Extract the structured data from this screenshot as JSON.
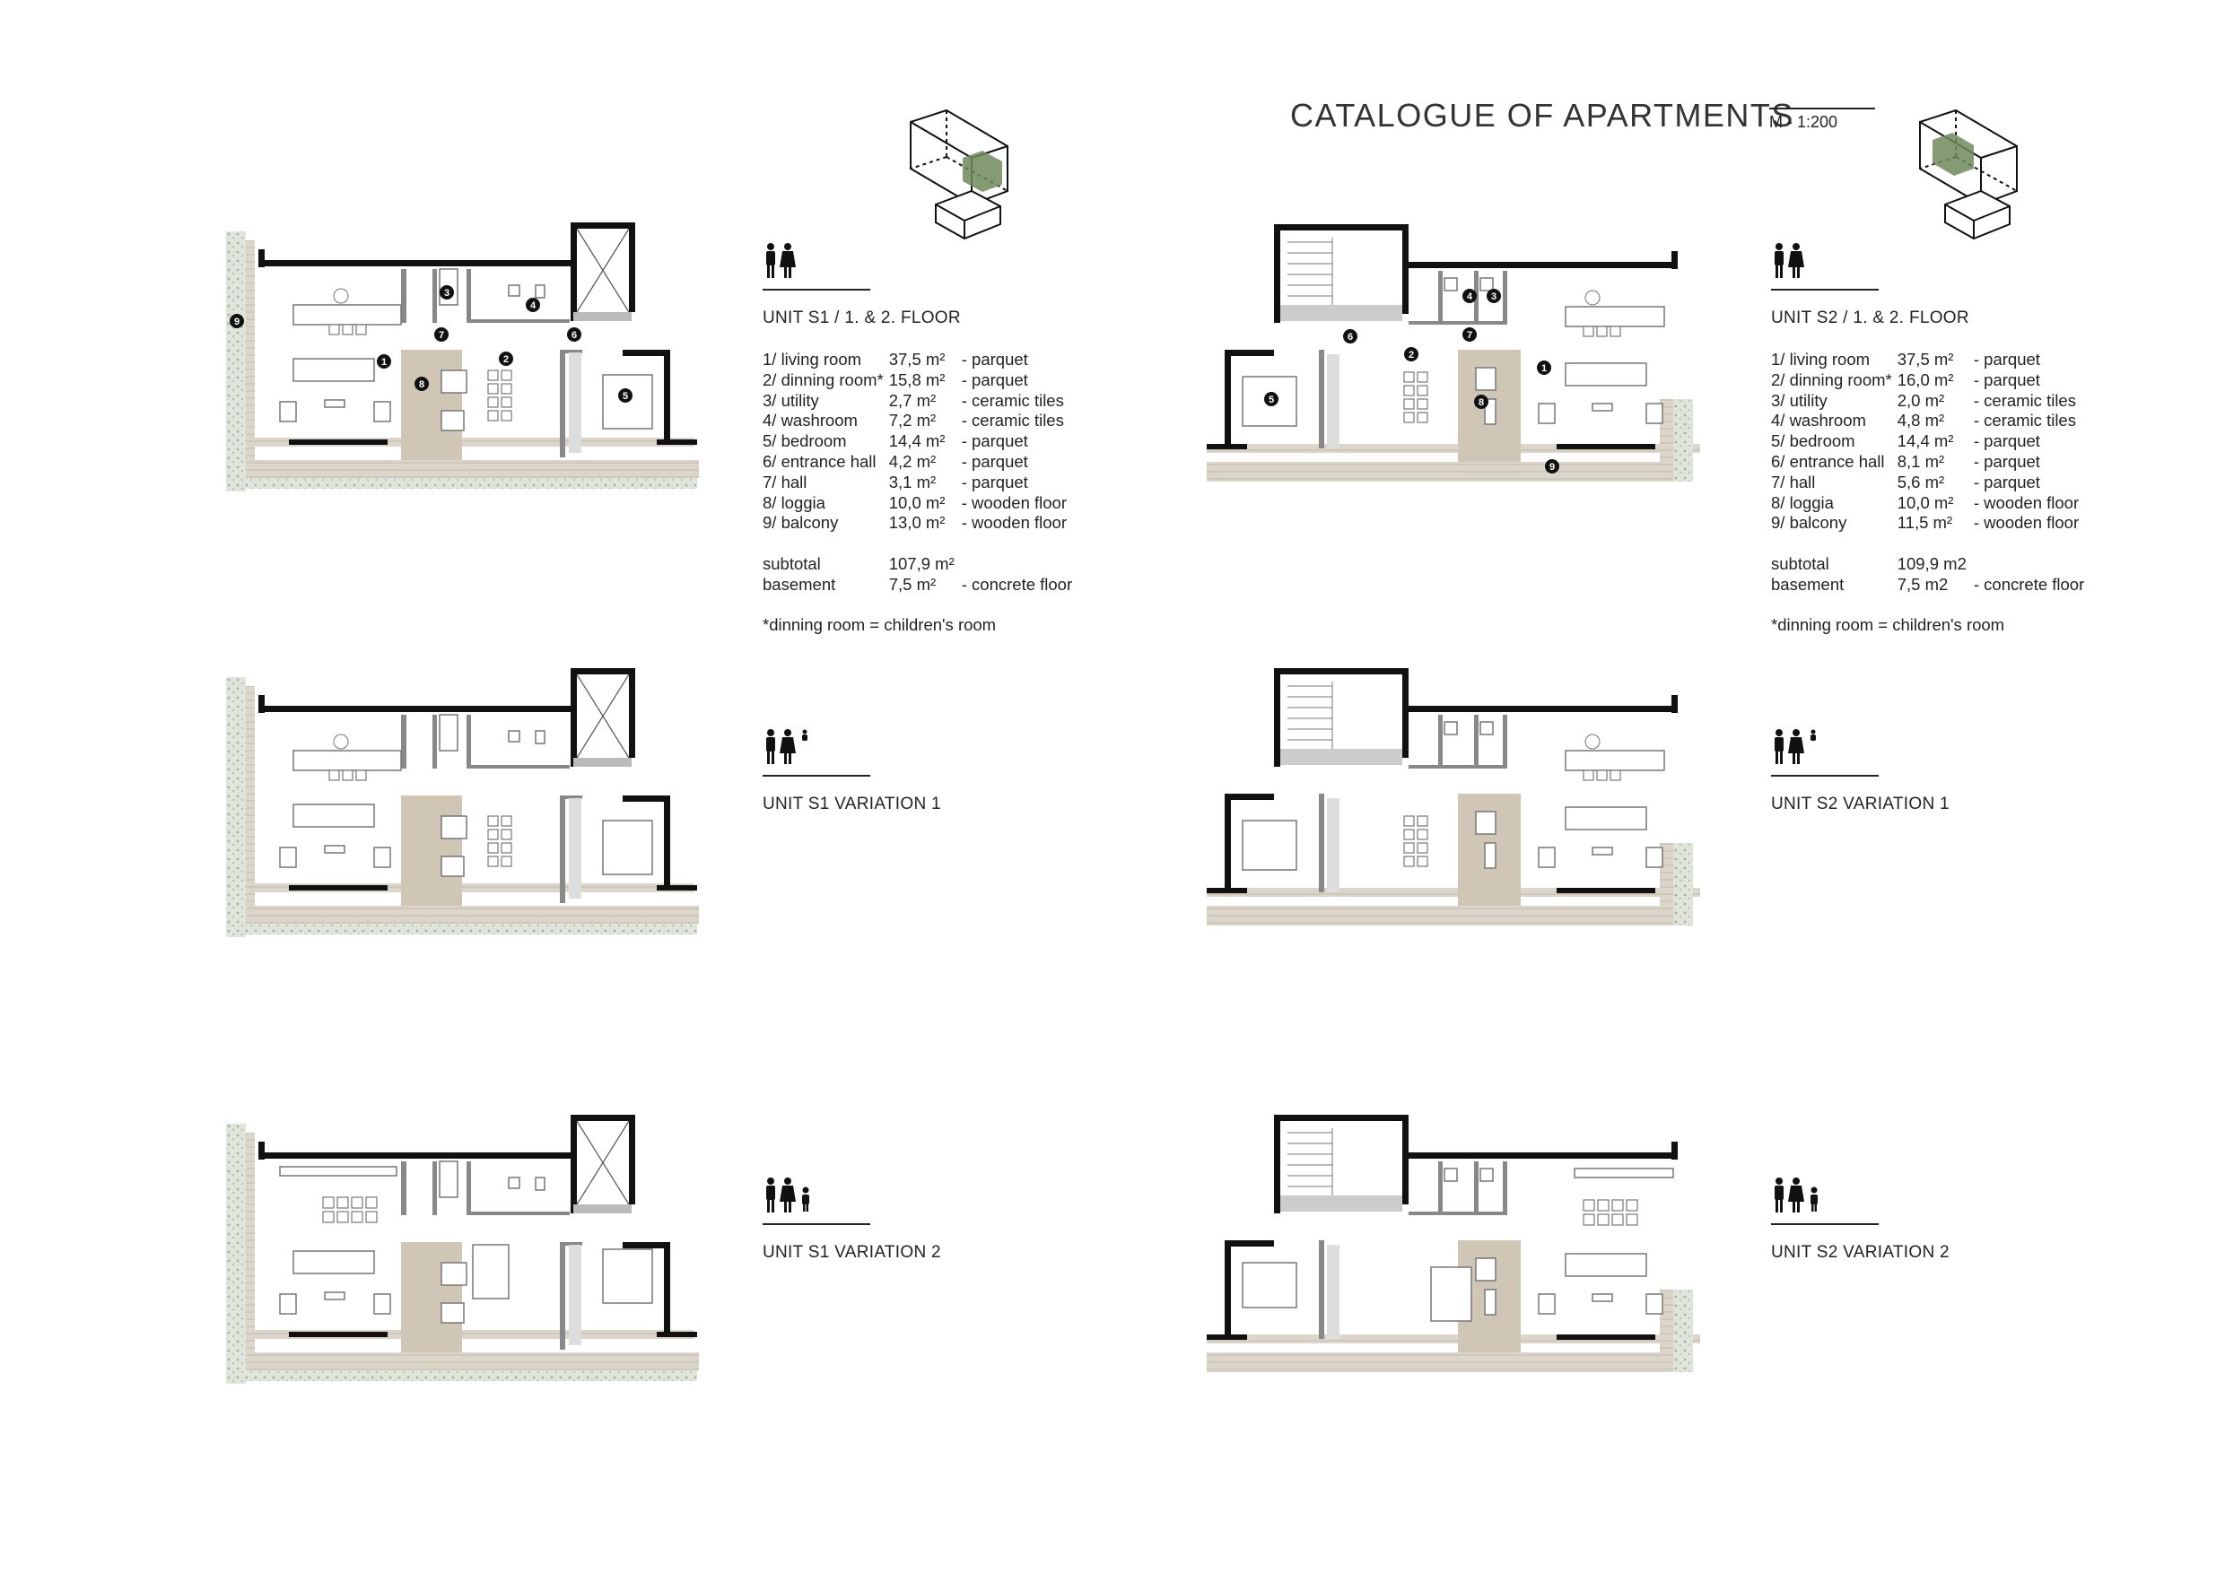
{
  "header": {
    "title": "CATALOGUE OF APARTMENTS",
    "scale": "M - 1:200"
  },
  "units": [
    {
      "name": "UNIT S1 / 1. & 2. FLOOR",
      "rooms": [
        {
          "label": "1/ living room",
          "area": "37,5 m²",
          "floor": "- parquet"
        },
        {
          "label": "2/ dinning room*",
          "area": "15,8 m²",
          "floor": "- parquet"
        },
        {
          "label": "3/ utility",
          "area": "2,7 m²",
          "floor": "- ceramic tiles"
        },
        {
          "label": "4/ washroom",
          "area": "7,2 m²",
          "floor": "- ceramic tiles"
        },
        {
          "label": "5/ bedroom",
          "area": "14,4 m²",
          "floor": "- parquet"
        },
        {
          "label": "6/ entrance hall",
          "area": "4,2 m²",
          "floor": "- parquet"
        },
        {
          "label": "7/ hall",
          "area": "3,1 m²",
          "floor": "- parquet"
        },
        {
          "label": "8/ loggia",
          "area": "10,0 m²",
          "floor": "- wooden floor"
        },
        {
          "label": "9/ balcony",
          "area": "13,0 m²",
          "floor": "- wooden floor"
        }
      ],
      "subtotal_label": "subtotal",
      "subtotal_value": "107,9 m²",
      "basement_label": "basement",
      "basement_value": "7,5 m²",
      "basement_floor": "- concrete floor",
      "note": "*dinning room = children's room"
    },
    {
      "name": "UNIT S2 / 1. & 2. FLOOR",
      "rooms": [
        {
          "label": "1/ living room",
          "area": "37,5 m²",
          "floor": "- parquet"
        },
        {
          "label": "2/ dinning room*",
          "area": "16,0 m²",
          "floor": "- parquet"
        },
        {
          "label": "3/ utility",
          "area": "2,0 m²",
          "floor": "- ceramic tiles"
        },
        {
          "label": "4/ washroom",
          "area": "4,8 m²",
          "floor": "- ceramic tiles"
        },
        {
          "label": "5/ bedroom",
          "area": "14,4 m²",
          "floor": "- parquet"
        },
        {
          "label": "6/ entrance hall",
          "area": "8,1 m²",
          "floor": "- parquet"
        },
        {
          "label": "7/ hall",
          "area": "5,6 m²",
          "floor": "- parquet"
        },
        {
          "label": "8/ loggia",
          "area": "10,0 m²",
          "floor": "- wooden floor"
        },
        {
          "label": "9/ balcony",
          "area": "11,5 m²",
          "floor": "- wooden floor"
        }
      ],
      "subtotal_label": "subtotal",
      "subtotal_value": "109,9 m2",
      "basement_label": "basement",
      "basement_value": "7,5 m2",
      "basement_floor": "- concrete floor",
      "note": "*dinning room = children's room"
    }
  ],
  "variations": {
    "s1_v1": "UNIT S1 VARIATION 1",
    "s2_v1": "UNIT S2 VARIATION 1",
    "s1_v2": "UNIT S1 VARIATION 2",
    "s2_v2": "UNIT S2 VARIATION 2"
  },
  "room_markers": [
    "1",
    "2",
    "3",
    "4",
    "5",
    "6",
    "7",
    "8",
    "9"
  ],
  "colors": {
    "wall": "#111111",
    "loggia": "#cfc6b5",
    "deck": "#dcd6ca",
    "greenery": "#dfe5da",
    "axon_highlight": "#6f8a5c",
    "text": "#222222"
  }
}
